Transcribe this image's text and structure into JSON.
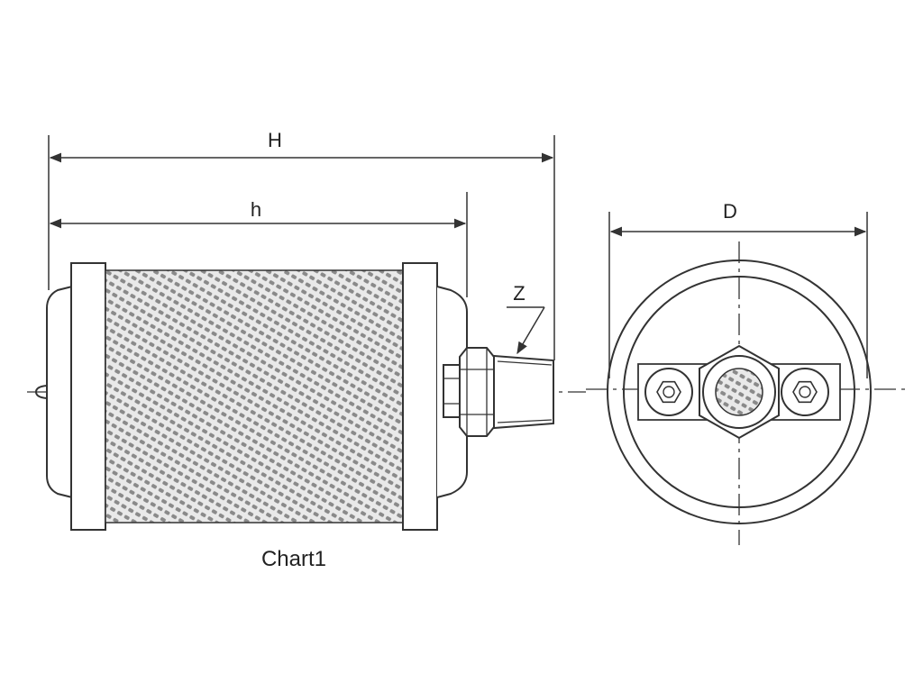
{
  "labels": {
    "overall_height": "H",
    "body_height": "h",
    "diameter": "D",
    "thread": "Z"
  },
  "caption": "Chart1",
  "colors": {
    "line": "#333333",
    "mesh": "#8a8a8a",
    "background": "#ffffff"
  }
}
